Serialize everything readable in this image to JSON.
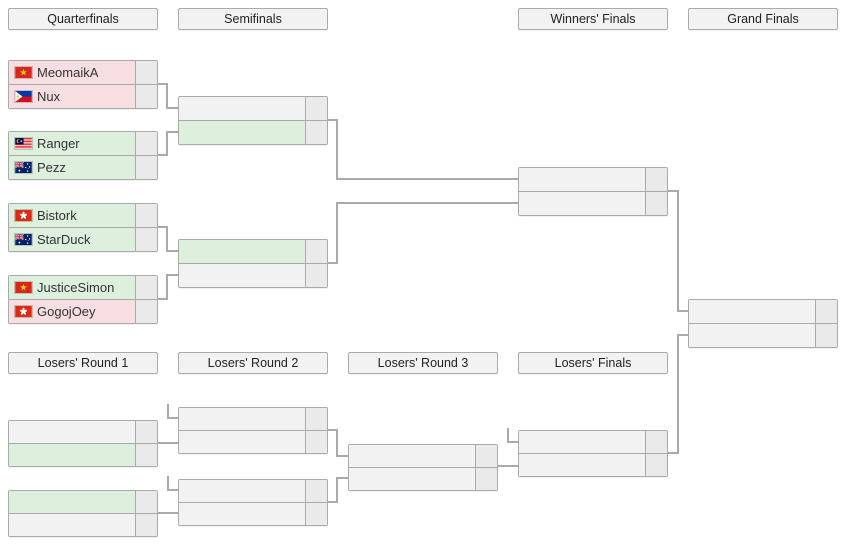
{
  "upper_headers": [
    "Quarterfinals",
    "Semifinals",
    "Winners' Finals",
    "Grand Finals"
  ],
  "lower_headers": [
    "Losers' Round 1",
    "Losers' Round 2",
    "Losers' Round 3",
    "Losers' Finals"
  ],
  "colors": {
    "win_bg": "#ddf0dd",
    "loss_bg": "#f7dfe1",
    "cell_bg": "#f2f2f2",
    "score_bg": "#eaeaea",
    "border": "#aaaaaa",
    "line": "#aaaaaa",
    "header_bg": "#f2f2f2",
    "text": "#333333"
  },
  "matches": {
    "qf": [
      {
        "slots": [
          {
            "name": "MeomaikA",
            "flag": "vietnam",
            "result": "loss",
            "score": ""
          },
          {
            "name": "Nux",
            "flag": "philippines",
            "result": "loss",
            "score": ""
          }
        ]
      },
      {
        "slots": [
          {
            "name": "Ranger",
            "flag": "malaysia",
            "result": "win",
            "score": ""
          },
          {
            "name": "Pezz",
            "flag": "australia",
            "result": "win",
            "score": ""
          }
        ]
      },
      {
        "slots": [
          {
            "name": "Bistork",
            "flag": "hongkong",
            "result": "win",
            "score": ""
          },
          {
            "name": "StarDuck",
            "flag": "australia",
            "result": "win",
            "score": ""
          }
        ]
      },
      {
        "slots": [
          {
            "name": "JusticeSimon",
            "flag": "vietnam",
            "result": "win",
            "score": ""
          },
          {
            "name": "GogojOey",
            "flag": "hongkong",
            "result": "loss",
            "score": ""
          }
        ]
      }
    ],
    "sf": [
      {
        "slots": [
          {
            "name": "",
            "flag": "",
            "result": "none",
            "score": ""
          },
          {
            "name": "",
            "flag": "",
            "result": "win",
            "score": ""
          }
        ]
      },
      {
        "slots": [
          {
            "name": "",
            "flag": "",
            "result": "win",
            "score": ""
          },
          {
            "name": "",
            "flag": "",
            "result": "none",
            "score": ""
          }
        ]
      }
    ],
    "wf": [
      {
        "slots": [
          {
            "name": "",
            "flag": "",
            "result": "none",
            "score": ""
          },
          {
            "name": "",
            "flag": "",
            "result": "none",
            "score": ""
          }
        ]
      }
    ],
    "gf": [
      {
        "slots": [
          {
            "name": "",
            "flag": "",
            "result": "none",
            "score": ""
          },
          {
            "name": "",
            "flag": "",
            "result": "none",
            "score": ""
          }
        ]
      }
    ],
    "lr1": [
      {
        "slots": [
          {
            "name": "",
            "flag": "",
            "result": "none",
            "score": ""
          },
          {
            "name": "",
            "flag": "",
            "result": "win",
            "score": ""
          }
        ]
      },
      {
        "slots": [
          {
            "name": "",
            "flag": "",
            "result": "win",
            "score": ""
          },
          {
            "name": "",
            "flag": "",
            "result": "none",
            "score": ""
          }
        ]
      }
    ],
    "lr2": [
      {
        "slots": [
          {
            "name": "",
            "flag": "",
            "result": "none",
            "score": ""
          },
          {
            "name": "",
            "flag": "",
            "result": "none",
            "score": ""
          }
        ]
      },
      {
        "slots": [
          {
            "name": "",
            "flag": "",
            "result": "none",
            "score": ""
          },
          {
            "name": "",
            "flag": "",
            "result": "none",
            "score": ""
          }
        ]
      }
    ],
    "lr3": [
      {
        "slots": [
          {
            "name": "",
            "flag": "",
            "result": "none",
            "score": ""
          },
          {
            "name": "",
            "flag": "",
            "result": "none",
            "score": ""
          }
        ]
      }
    ],
    "lf": [
      {
        "slots": [
          {
            "name": "",
            "flag": "",
            "result": "none",
            "score": ""
          },
          {
            "name": "",
            "flag": "",
            "result": "none",
            "score": ""
          }
        ]
      }
    ]
  }
}
